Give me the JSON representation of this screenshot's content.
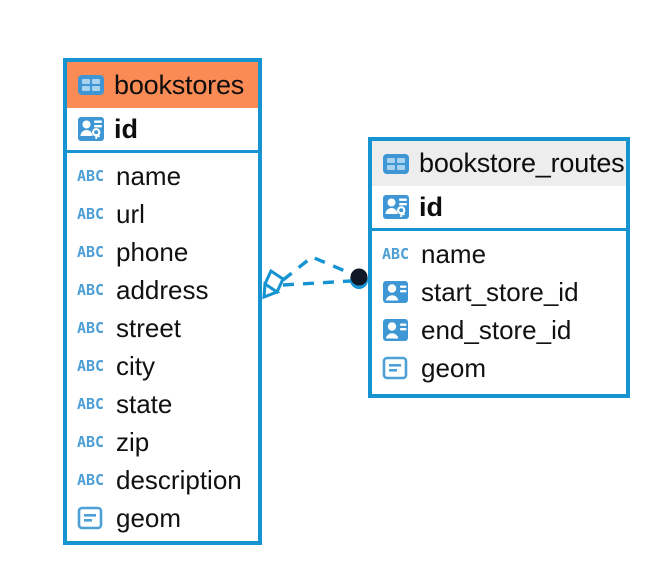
{
  "diagram": {
    "type": "entity-relationship-diagram",
    "background": "#ffffff",
    "accent_color": "#1694D2",
    "highlight_color": "#FA8B55",
    "header_grey": "#EDEDED",
    "icon_blue": "#3E97D4",
    "abc_blue": "#4D9FD6"
  },
  "tables": [
    {
      "name": "bookstores",
      "header_style": "orange",
      "table_icon": "table-icon",
      "primary_key": {
        "label": "id",
        "icon": "primary-key-icon"
      },
      "fields": [
        {
          "label": "name",
          "icon": "abc-text-icon"
        },
        {
          "label": "url",
          "icon": "abc-text-icon"
        },
        {
          "label": "phone",
          "icon": "abc-text-icon"
        },
        {
          "label": "address",
          "icon": "abc-text-icon"
        },
        {
          "label": "street",
          "icon": "abc-text-icon"
        },
        {
          "label": "city",
          "icon": "abc-text-icon"
        },
        {
          "label": "state",
          "icon": "abc-text-icon"
        },
        {
          "label": "zip",
          "icon": "abc-text-icon"
        },
        {
          "label": "description",
          "icon": "abc-text-icon"
        },
        {
          "label": "geom",
          "icon": "geometry-icon"
        }
      ]
    },
    {
      "name": "bookstore_routes",
      "header_style": "grey",
      "table_icon": "table-icon",
      "primary_key": {
        "label": "id",
        "icon": "primary-key-icon"
      },
      "fields": [
        {
          "label": "name",
          "icon": "abc-text-icon"
        },
        {
          "label": "start_store_id",
          "icon": "foreign-key-icon"
        },
        {
          "label": "end_store_id",
          "icon": "foreign-key-icon"
        },
        {
          "label": "geom",
          "icon": "geometry-icon"
        }
      ]
    }
  ],
  "relationship": {
    "source_table": "bookstores",
    "target_table": "bookstore_routes",
    "line_style": "dashed",
    "source_marker": "diamond-marker",
    "target_marker": "filled-circle-marker",
    "color": "#1694D2"
  }
}
